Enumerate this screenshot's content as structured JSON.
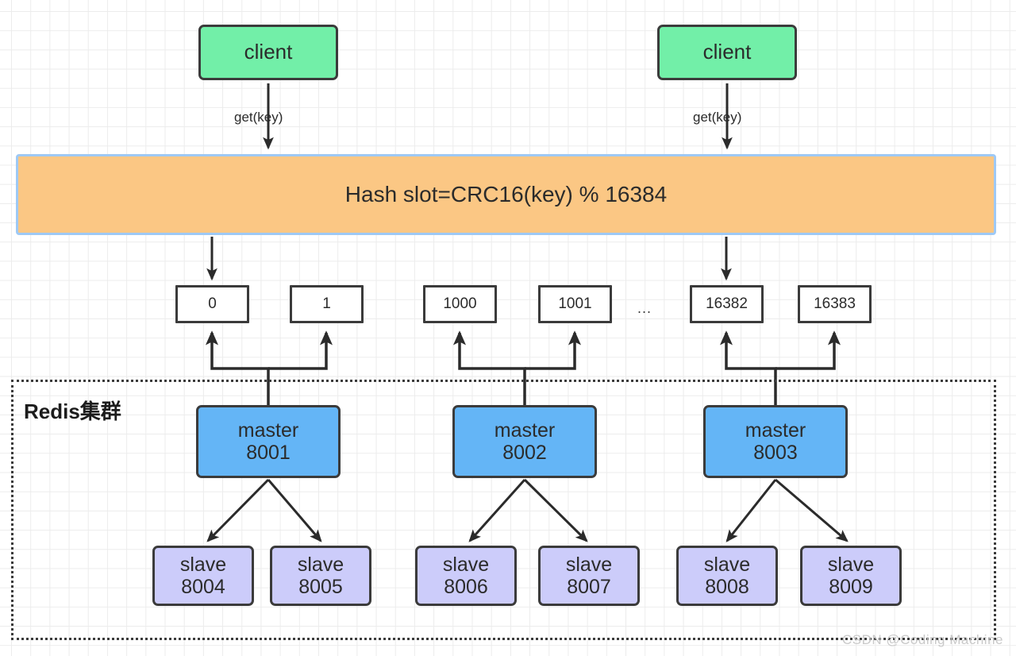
{
  "diagram": {
    "title": "Redis Cluster hash slot routing",
    "watermark": "CSDN @Coding Machine",
    "cluster_label": "Redis集群",
    "hash_formula": "Hash slot=CRC16(key) % 16384",
    "slot_ellipsis": "...",
    "colors": {
      "client_fill": "#72EFA8",
      "hash_fill": "#FBC784",
      "hash_border": "#9EC9F5",
      "master_fill": "#64B5F6",
      "slave_fill": "#CCCCFA",
      "node_border": "#3b3b3b",
      "grid": "#ececec",
      "watermark": "#c9c9c9"
    }
  },
  "clients": [
    {
      "label": "client",
      "edge_label": "get(key)"
    },
    {
      "label": "client",
      "edge_label": "get(key)"
    }
  ],
  "slots": [
    {
      "label": "0"
    },
    {
      "label": "1"
    },
    {
      "label": "1000"
    },
    {
      "label": "1001"
    },
    {
      "label": "16382"
    },
    {
      "label": "16383"
    }
  ],
  "groups": [
    {
      "master": {
        "role": "master",
        "port": "8001"
      },
      "slaves": [
        {
          "role": "slave",
          "port": "8004"
        },
        {
          "role": "slave",
          "port": "8005"
        }
      ],
      "slots": [
        "0",
        "1"
      ]
    },
    {
      "master": {
        "role": "master",
        "port": "8002"
      },
      "slaves": [
        {
          "role": "slave",
          "port": "8006"
        },
        {
          "role": "slave",
          "port": "8007"
        }
      ],
      "slots": [
        "1000",
        "1001"
      ]
    },
    {
      "master": {
        "role": "master",
        "port": "8003"
      },
      "slaves": [
        {
          "role": "slave",
          "port": "8008"
        },
        {
          "role": "slave",
          "port": "8009"
        }
      ],
      "slots": [
        "16382",
        "16383"
      ]
    }
  ]
}
